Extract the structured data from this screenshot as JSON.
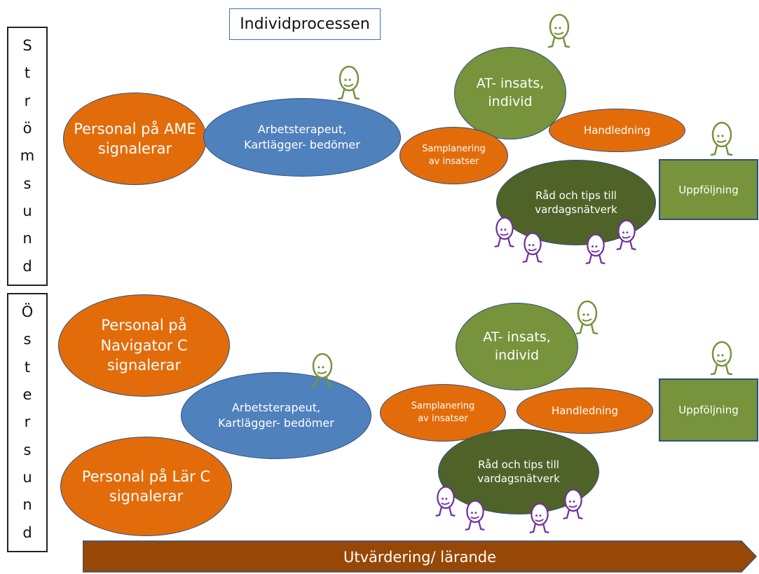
{
  "title": "Individprocessen",
  "side_labels": {
    "stromsund": [
      "S",
      "t",
      "r",
      "ö",
      "m",
      "s",
      "u",
      "n",
      "d"
    ],
    "ostersund": [
      "Ö",
      "s",
      "t",
      "e",
      "r",
      "s",
      "u",
      "n",
      "d"
    ]
  },
  "top": {
    "signal": "Personal på AME signalerar",
    "arbetsterapeut_line1": "Arbetsterapeut,",
    "arbetsterapeut_line2": "Kartlägger- bedömer",
    "at_line1": "AT- insats,",
    "at_line2": "individ",
    "samplanering_line1": "Samplanering",
    "samplanering_line2": "av insatser",
    "handledning": "Handledning",
    "rad_line1": "Råd och tips till",
    "rad_line2": "vardagsnätverk",
    "uppfoljning": "Uppföljning"
  },
  "bottom": {
    "signal_nav_line1": "Personal på",
    "signal_nav_line2": "Navigator C",
    "signal_nav_line3": "signalerar",
    "signal_lar_line1": "Personal på Lär C",
    "signal_lar_line2": "signalerar",
    "arbetsterapeut_line1": "Arbetsterapeut,",
    "arbetsterapeut_line2": "Kartlägger- bedömer",
    "at_line1": "AT- insats,",
    "at_line2": "individ",
    "samplanering_line1": "Samplanering",
    "samplanering_line2": "av insatser",
    "handledning": "Handledning",
    "rad_line1": "Råd och tips till",
    "rad_line2": "vardagsnätverk",
    "uppfoljning": "Uppföljning"
  },
  "arrow_label": "Utvärdering/ lärande",
  "colors": {
    "orange": "#e36c0a",
    "blue": "#4f81bd",
    "green": "#77933c",
    "dark_green": "#4f6228",
    "arrow_brown": "#974806",
    "figure_green": "#77933c",
    "figure_purple": "#7030a0"
  }
}
